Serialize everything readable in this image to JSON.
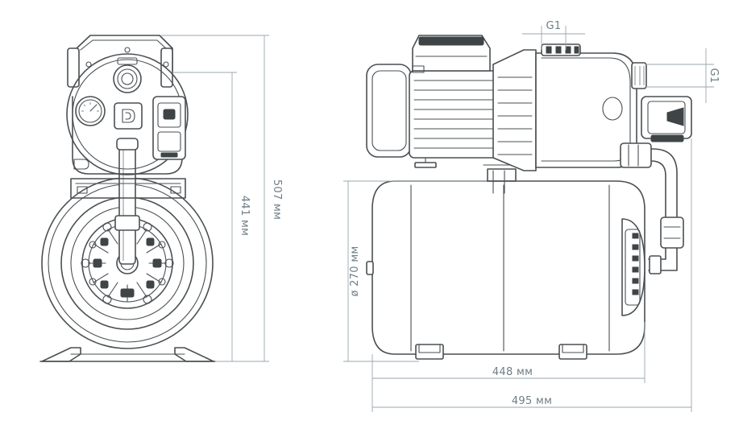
{
  "dimensions": {
    "height_total": "507 мм",
    "height_tank": "441 мм",
    "tank_diameter": "ø 270 мм",
    "tank_length": "448 мм",
    "total_length": "495 мм",
    "outlet_thread": "G1",
    "inlet_thread": "G1"
  },
  "colors": {
    "line": "#4a4f52",
    "dimension_line": "#9aa7ad",
    "dimension_text": "#6e7e86"
  }
}
